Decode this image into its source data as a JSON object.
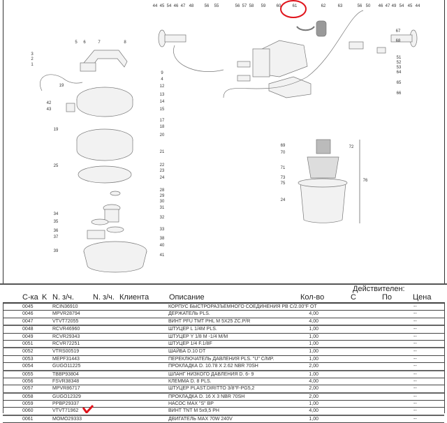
{
  "diagram": {
    "highlight_color": "#e0141c",
    "highlighted_callout": "61",
    "callouts": [
      "44",
      "45",
      "54",
      "46",
      "47",
      "48",
      "56",
      "55",
      "56",
      "57",
      "58",
      "59",
      "60",
      "61",
      "62",
      "63",
      "56",
      "50",
      "46",
      "47",
      "49",
      "54",
      "45",
      "44",
      "67",
      "68",
      "51",
      "52",
      "53",
      "64",
      "65",
      "66",
      "3",
      "2",
      "1",
      "19",
      "42",
      "43",
      "19",
      "25",
      "34",
      "35",
      "36",
      "37",
      "39",
      "5",
      "6",
      "7",
      "8",
      "9",
      "4",
      "12",
      "13",
      "14",
      "15",
      "17",
      "18",
      "20",
      "21",
      "22",
      "23",
      "24",
      "28",
      "29",
      "30",
      "31",
      "32",
      "33",
      "38",
      "40",
      "41",
      "69",
      "70",
      "72",
      "71",
      "73",
      "75",
      "24",
      "76"
    ]
  },
  "table": {
    "header": {
      "valid_group": "Действителен:",
      "code": "С-ка",
      "k": "K",
      "part_no": "N. з/ч.",
      "client_part_no": "N. з/ч.",
      "client": "Клиента",
      "description": "Описание",
      "qty": "Кол-во",
      "from": "С",
      "to": "По",
      "price": "Цена"
    },
    "rows": [
      {
        "code": "0045",
        "part": "RCIN36910",
        "desc": "КОРПУС БЫСТРОРАЗЪЕМНОГО СОЕДИНЕНИЯ PB C/2.00\"F OT",
        "qty": "",
        "price": "--"
      },
      {
        "code": "0046",
        "part": "MPVR28794",
        "desc": "ДЕРЖАТЕЛЬ PLS.",
        "qty": "4,00",
        "price": "--"
      },
      {
        "code": "0047",
        "part": "VTVT72055",
        "desc": "ВИНТ PFU TMT PHL M 5X25 ZC.P/R",
        "qty": "4,00",
        "price": "--"
      },
      {
        "code": "0048",
        "part": "RCVR46960",
        "desc": "ШТУЦЕР L 1/4M PLS.",
        "qty": "1,00",
        "price": "--"
      },
      {
        "code": "0049",
        "part": "RCVR29343",
        "desc": "ШТУЦЕР Y 1/8 M -1/4 M/M",
        "qty": "1,00",
        "price": "--"
      },
      {
        "code": "0051",
        "part": "RCVR72251",
        "desc": "ШТУЦЕР 1/4 F.1/8F",
        "qty": "1,00",
        "price": "--"
      },
      {
        "code": "0052",
        "part": "VTRS00519",
        "desc": "ШАЙБА D.10  DT",
        "qty": "1,00",
        "price": "--"
      },
      {
        "code": "0053",
        "part": "MEPF31443",
        "desc": "ПЕРЕКЛЮЧАТЕЛЬ ДАВЛЕНИЯ PLS. \"U\" C/MP.",
        "qty": "1,00",
        "price": "--"
      },
      {
        "code": "0054",
        "part": "GUGO11225",
        "desc": "ПРОКЛАДКА D.  10.78 X 2.62 NBR 70SH",
        "qty": "2,00",
        "price": "--"
      },
      {
        "code": "0055",
        "part": "TBBP93804",
        "desc": "ШЛАНГ НИЗКОГО ДАВЛЕНИЯ D. 6- 9",
        "qty": "1,00",
        "price": "--"
      },
      {
        "code": "0056",
        "part": "FSVR38348",
        "desc": "КЛЕММА D. 8 PLS.",
        "qty": "4,00",
        "price": "--"
      },
      {
        "code": "0057",
        "part": "MPVR86717",
        "desc": "ШТУЦЕР PLAST.DIRITTO 3/8\"F-PG5,2",
        "qty": "2,00",
        "price": "--"
      },
      {
        "code": "0058",
        "part": "GUGO12329",
        "desc": "ПРОКЛАДКА D.  16   X 3    NBR 70SH",
        "qty": "2,00",
        "price": "--"
      },
      {
        "code": "0059",
        "part": "PPBP29337",
        "desc": "НАСОС MAX \"S\" BP",
        "qty": "1,00",
        "price": "--"
      },
      {
        "code": "0060",
        "part": "VTVT71962",
        "desc": "ВИНТ TNT M 5x9,5 PH",
        "qty": "4,00",
        "price": "--"
      },
      {
        "code": "0061",
        "part": "MOMO29333",
        "desc": "ДВИГАТЕЛЬ MAX  70W 240V",
        "qty": "1,00",
        "price": "--"
      }
    ]
  }
}
